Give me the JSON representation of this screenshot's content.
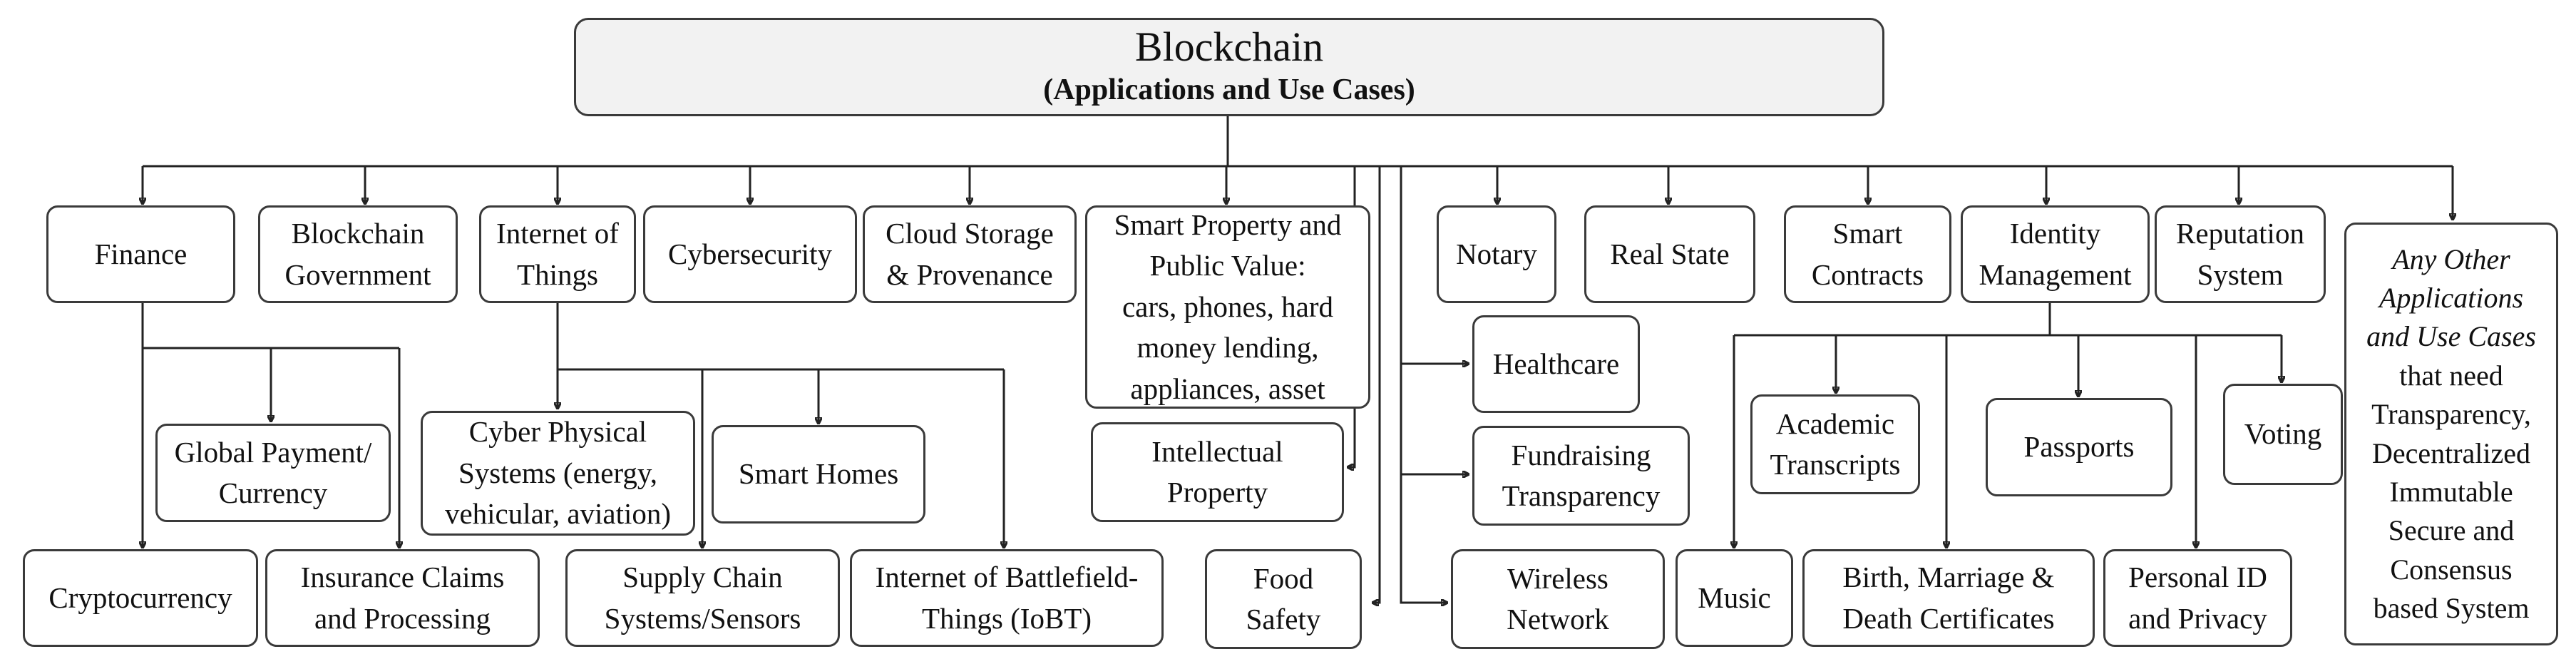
{
  "root": {
    "title": "Blockchain",
    "subtitle": "(Applications and Use Cases)"
  },
  "nodes": {
    "finance": "Finance",
    "blockchain_government": "Blockchain\nGovernment",
    "internet_of_things": "Internet of\nThings",
    "cybersecurity": "Cybersecurity",
    "cloud_storage": "Cloud Storage\n& Provenance",
    "smart_property": "Smart Property and\nPublic Value:\ncars, phones, hard\nmoney lending,\nappliances, asset",
    "notary": "Notary",
    "real_state": "Real State",
    "smart_contracts": "Smart\nContracts",
    "identity_management": "Identity\nManagement",
    "reputation_system": "Reputation\nSystem",
    "global_payment": "Global Payment/\nCurrency",
    "cryptocurrency": "Cryptocurrency",
    "insurance_claims": "Insurance Claims\nand Processing",
    "cyber_physical": "Cyber Physical\nSystems (energy,\nvehicular, aviation)",
    "smart_homes": "Smart Homes",
    "supply_chain": "Supply Chain\nSystems/Sensors",
    "iobt": "Internet of Battlefield-\nThings (IoBT)",
    "intellectual_property": "Intellectual\nProperty",
    "food_safety": "Food\nSafety",
    "healthcare": "Healthcare",
    "fundraising": "Fundraising\nTransparency",
    "wireless_network": "Wireless\nNetwork",
    "academic_transcripts": "Academic\nTranscripts",
    "passports": "Passports",
    "voting": "Voting",
    "music": "Music",
    "certificates": "Birth, Marriage &\nDeath Certificates",
    "personal_id": "Personal ID\nand Privacy"
  },
  "other": {
    "line1": "Any Other",
    "line2": "Applications",
    "line3": "and Use Cases",
    "line4": "that need",
    "line5": "Transparency,",
    "line6": "Decentralized",
    "line7": "Immutable",
    "line8": "Secure and",
    "line9": "Consensus",
    "line10": "based System"
  },
  "colors": {
    "line": "#222222",
    "border": "#3a3a3a",
    "root_fill": "#f2f2f2"
  }
}
